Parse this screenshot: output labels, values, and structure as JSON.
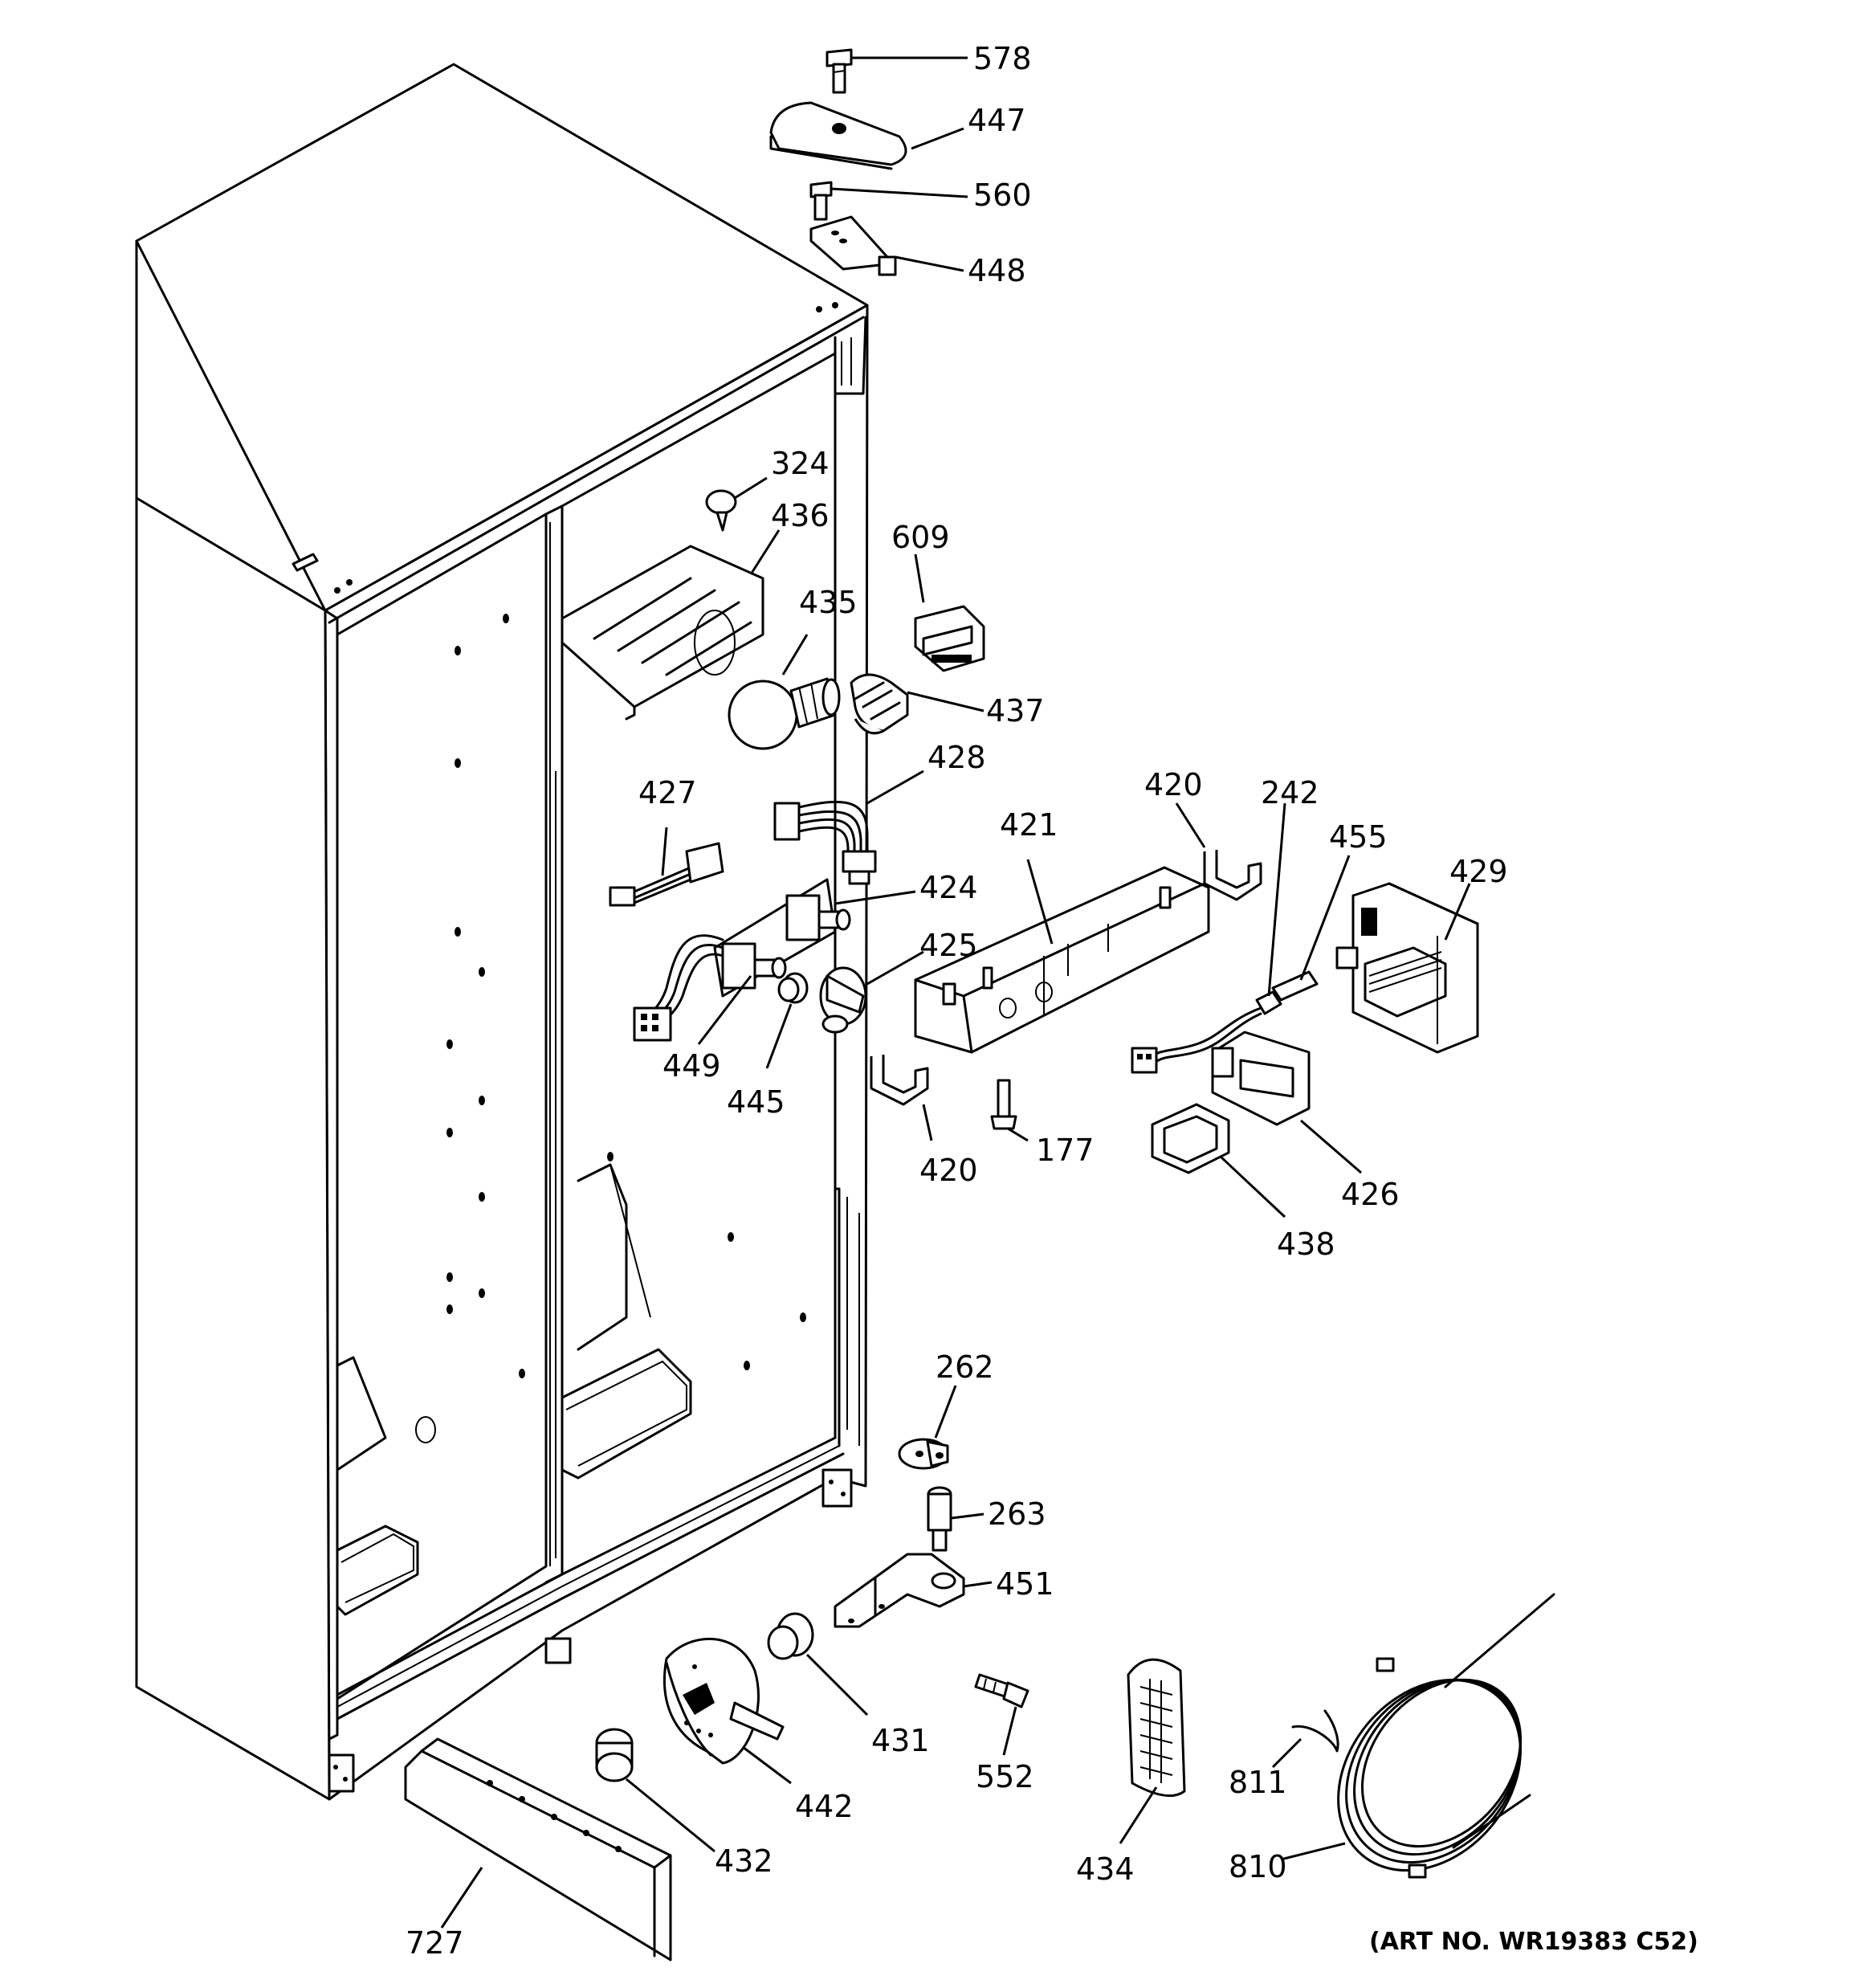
{
  "callouts": [
    {
      "id": "578",
      "label": "578"
    },
    {
      "id": "447",
      "label": "447"
    },
    {
      "id": "560",
      "label": "560"
    },
    {
      "id": "448",
      "label": "448"
    },
    {
      "id": "324",
      "label": "324"
    },
    {
      "id": "436",
      "label": "436"
    },
    {
      "id": "609",
      "label": "609"
    },
    {
      "id": "435",
      "label": "435"
    },
    {
      "id": "437",
      "label": "437"
    },
    {
      "id": "428",
      "label": "428"
    },
    {
      "id": "427",
      "label": "427"
    },
    {
      "id": "424",
      "label": "424"
    },
    {
      "id": "425",
      "label": "425"
    },
    {
      "id": "449",
      "label": "449"
    },
    {
      "id": "445",
      "label": "445"
    },
    {
      "id": "420a",
      "label": "420"
    },
    {
      "id": "421",
      "label": "421"
    },
    {
      "id": "242",
      "label": "242"
    },
    {
      "id": "455",
      "label": "455"
    },
    {
      "id": "429",
      "label": "429"
    },
    {
      "id": "420b",
      "label": "420"
    },
    {
      "id": "177",
      "label": "177"
    },
    {
      "id": "426",
      "label": "426"
    },
    {
      "id": "438",
      "label": "438"
    },
    {
      "id": "262",
      "label": "262"
    },
    {
      "id": "263",
      "label": "263"
    },
    {
      "id": "451",
      "label": "451"
    },
    {
      "id": "431",
      "label": "431"
    },
    {
      "id": "552",
      "label": "552"
    },
    {
      "id": "442",
      "label": "442"
    },
    {
      "id": "432",
      "label": "432"
    },
    {
      "id": "434",
      "label": "434"
    },
    {
      "id": "811",
      "label": "811"
    },
    {
      "id": "810",
      "label": "810"
    },
    {
      "id": "727",
      "label": "727"
    }
  ],
  "art_number": "(ART NO. WR19383 C52)"
}
